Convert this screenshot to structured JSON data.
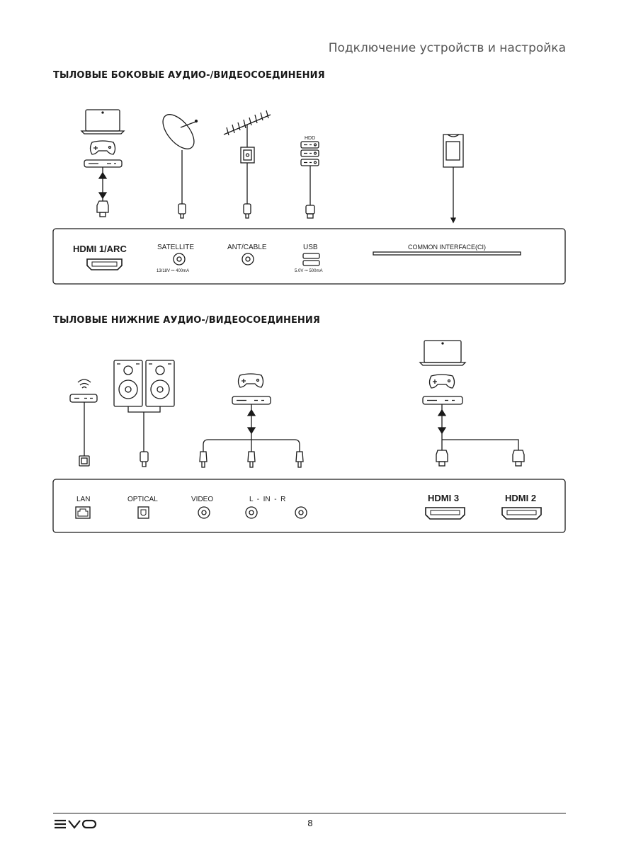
{
  "header": {
    "title": "Подключение устройств и настройка"
  },
  "section_side": {
    "title": "ТЫЛОВЫЕ БОКОВЫЕ АУДИО-/ВИДЕОСОЕДИНЕНИЯ",
    "hdd_label": "HDD",
    "ports": {
      "hdmi1": "HDMI 1/ARC",
      "satellite": "SATELLITE",
      "satellite_spec": "13/18V ⎓ 400mA",
      "ant": "ANT/CABLE",
      "usb": "USB",
      "usb_spec": "5.0V ⎓ 500mA",
      "ci": "COMMON INTERFACE(CI)"
    }
  },
  "section_bottom": {
    "title": "ТЫЛОВЫЕ НИЖНИЕ АУДИО-/ВИДЕОСОЕДИНЕНИЯ",
    "ports": {
      "lan": "LAN",
      "optical": "OPTICAL",
      "video": "VIDEO",
      "audio_in": "L  -  IN  -  R",
      "hdmi3": "HDMI 3",
      "hdmi2": "HDMI 2"
    }
  },
  "footer": {
    "brand": "EVO",
    "page_number": "8"
  }
}
